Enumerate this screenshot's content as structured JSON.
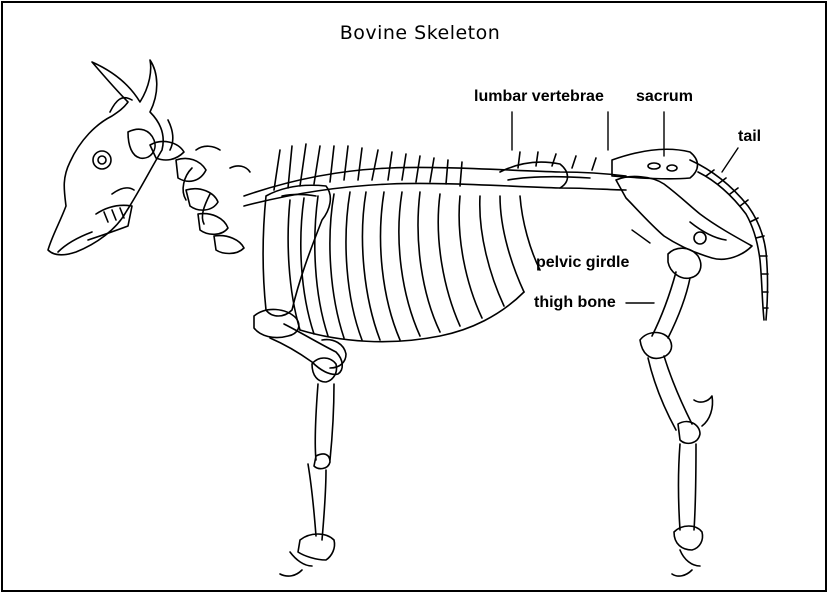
{
  "title": "Bovine Skeleton",
  "labels": {
    "lumbar_vertebrae": "lumbar vertebrae",
    "sacrum": "sacrum",
    "tail": "tail",
    "pelvic_girdle": "pelvic girdle",
    "thigh_bone": "thigh bone"
  },
  "colors": {
    "line": "#000000",
    "background": "#ffffff"
  }
}
